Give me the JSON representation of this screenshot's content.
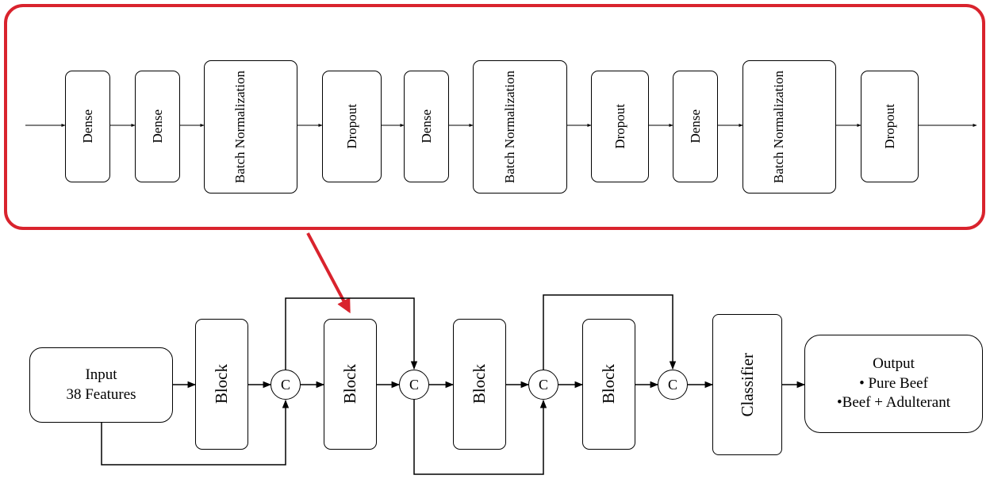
{
  "detail_block": {
    "layers": [
      {
        "label": "Dense"
      },
      {
        "label": "Dense"
      },
      {
        "label": "Batch Normalization"
      },
      {
        "label": "Dropout"
      },
      {
        "label": "Dense"
      },
      {
        "label": "Batch Normalization"
      },
      {
        "label": "Dropout"
      },
      {
        "label": "Dense"
      },
      {
        "label": "Batch Normalization"
      },
      {
        "label": "Dropout"
      }
    ]
  },
  "main_flow": {
    "input": {
      "line1": "Input",
      "line2": "38 Features"
    },
    "blocks": [
      "Block",
      "Block",
      "Block",
      "Block"
    ],
    "concat_label": "C",
    "classifier": "Classifier",
    "output": {
      "title": "Output",
      "items": [
        "• Pure Beef",
        "•Beef + Adulterant"
      ]
    }
  },
  "colors": {
    "highlight": "#d9232d",
    "stroke": "#000000"
  }
}
